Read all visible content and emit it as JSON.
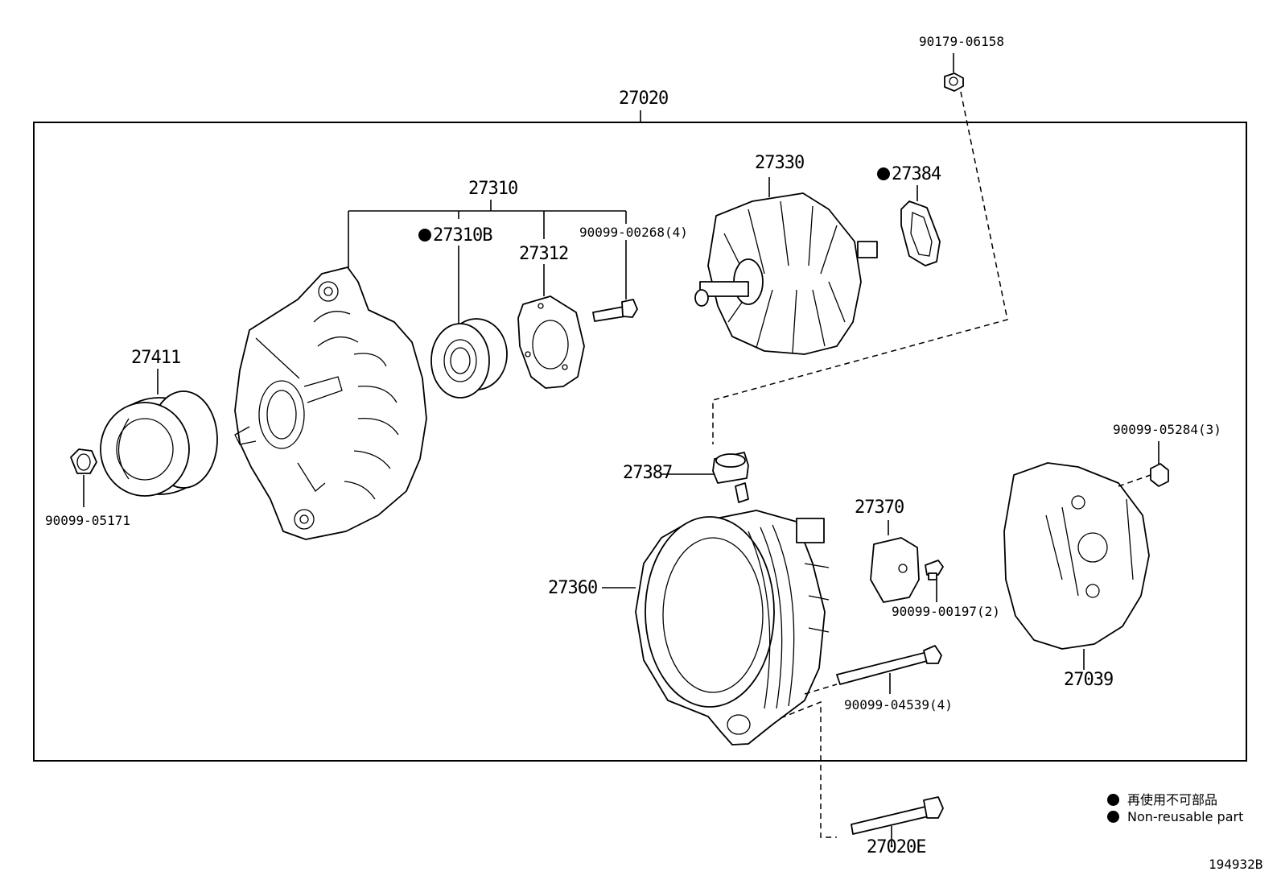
{
  "diagram": {
    "assembly": "27020",
    "labels": {
      "p_90179_06158": "90179-06158",
      "p_27020": "27020",
      "p_27310": "27310",
      "p_27330": "27330",
      "p_27384": "27384",
      "p_27310B": "27310B",
      "p_27312": "27312",
      "p_90099_00268": "90099-00268(4)",
      "p_27411": "27411",
      "p_90099_05171": "90099-05171",
      "p_90099_05284": "90099-05284(3)",
      "p_27387": "27387",
      "p_27370": "27370",
      "p_27360": "27360",
      "p_90099_00197": "90099-00197(2)",
      "p_27039": "27039",
      "p_90099_04539": "90099-04539(4)",
      "p_27020E": "27020E"
    },
    "non_reusable_marked": [
      "27384",
      "27310B"
    ],
    "legend": {
      "japanese": "再使用不可部品",
      "english": "Non-reusable part"
    },
    "figure_id": "194932B"
  }
}
